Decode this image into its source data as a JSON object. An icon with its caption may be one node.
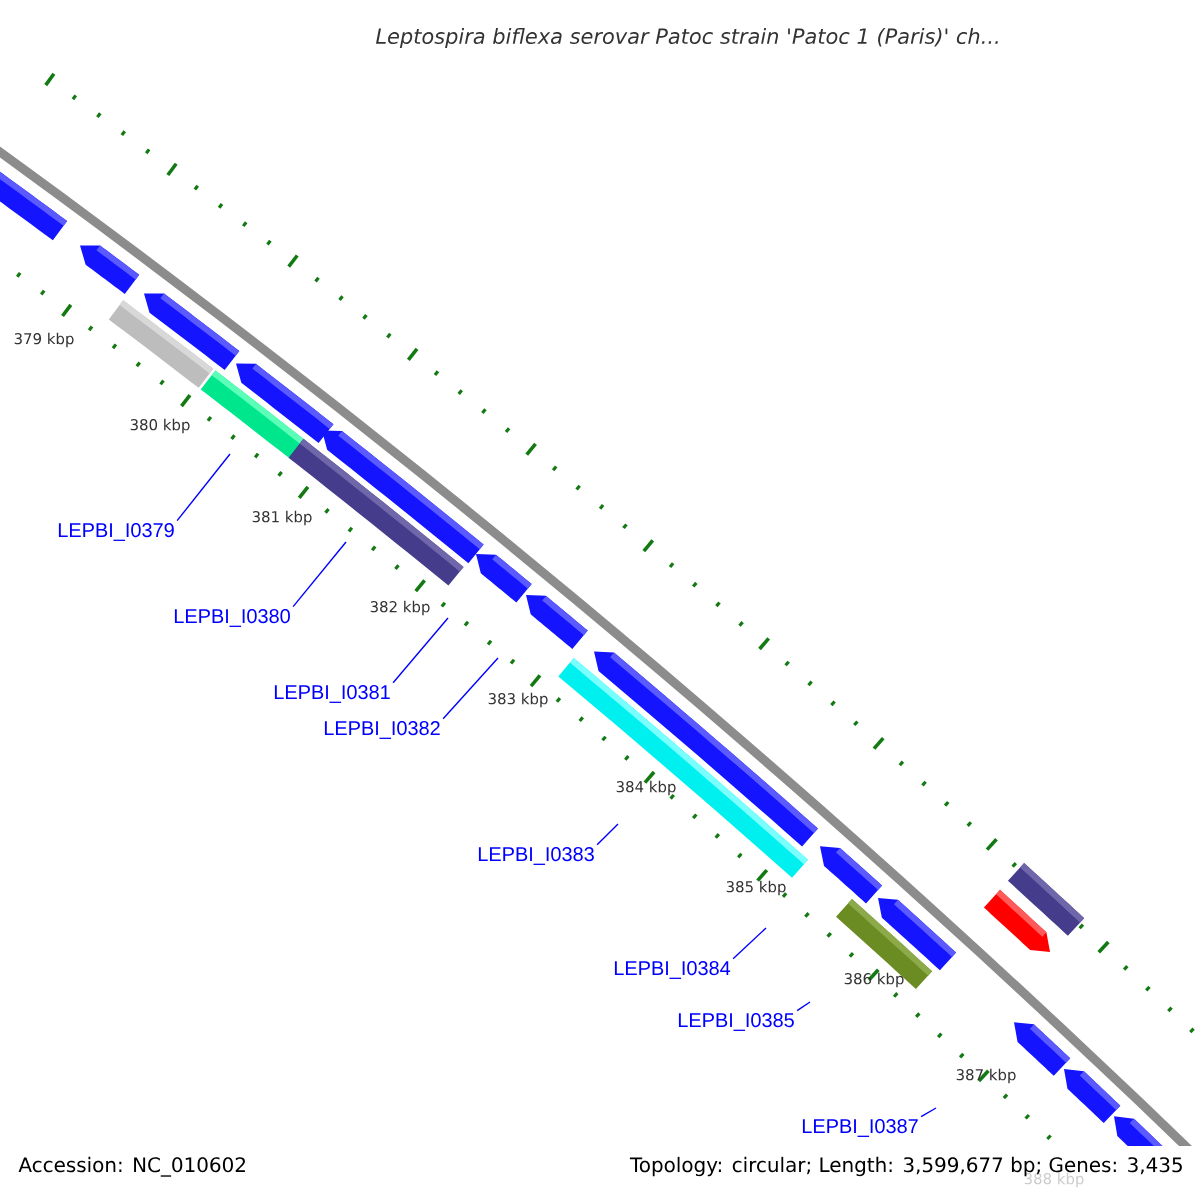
{
  "diagram": {
    "title": "Leptospira biflexa serovar Patoc strain 'Patoc 1 (Paris)' ch...",
    "nodes": [
      {
        "text": [
          "LEPBI_I0379"
        ]
      },
      {
        "text": [
          "LEPBI_I0380"
        ]
      },
      {
        "text": [
          "LEPBI_I0381"
        ]
      },
      {
        "text": [
          "LEPBI_I0382"
        ]
      },
      {
        "text": [
          "LEPBI_I0383"
        ]
      },
      {
        "text": [
          "LEPBI_I0384"
        ]
      },
      {
        "text": [
          "LEPBI_I0385"
        ]
      },
      {
        "text": [
          "LEPBI_I0387"
        ]
      }
    ],
    "edges": [
      {
        "from": 0,
        "to": null,
        "arrow": "none"
      },
      {
        "from": 1,
        "to": null,
        "arrow": "none"
      },
      {
        "from": 2,
        "to": null,
        "arrow": "none"
      },
      {
        "from": 3,
        "to": null,
        "arrow": "none"
      },
      {
        "from": 4,
        "to": null,
        "arrow": "none"
      },
      {
        "from": 5,
        "to": null,
        "arrow": "none"
      },
      {
        "from": 6,
        "to": null,
        "arrow": "none"
      },
      {
        "from": 7,
        "to": null,
        "arrow": "none"
      }
    ],
    "labels": [
      "379 kbp",
      "380 kbp",
      "381 kbp",
      "382 kbp",
      "383 kbp",
      "384 kbp",
      "385 kbp",
      "386 kbp",
      "387 kbp",
      "388 kbp",
      "Accession: NC_010602",
      "Topology: circular; Length: 3,599,677 bp; Genes: 3,435"
    ]
  }
}
